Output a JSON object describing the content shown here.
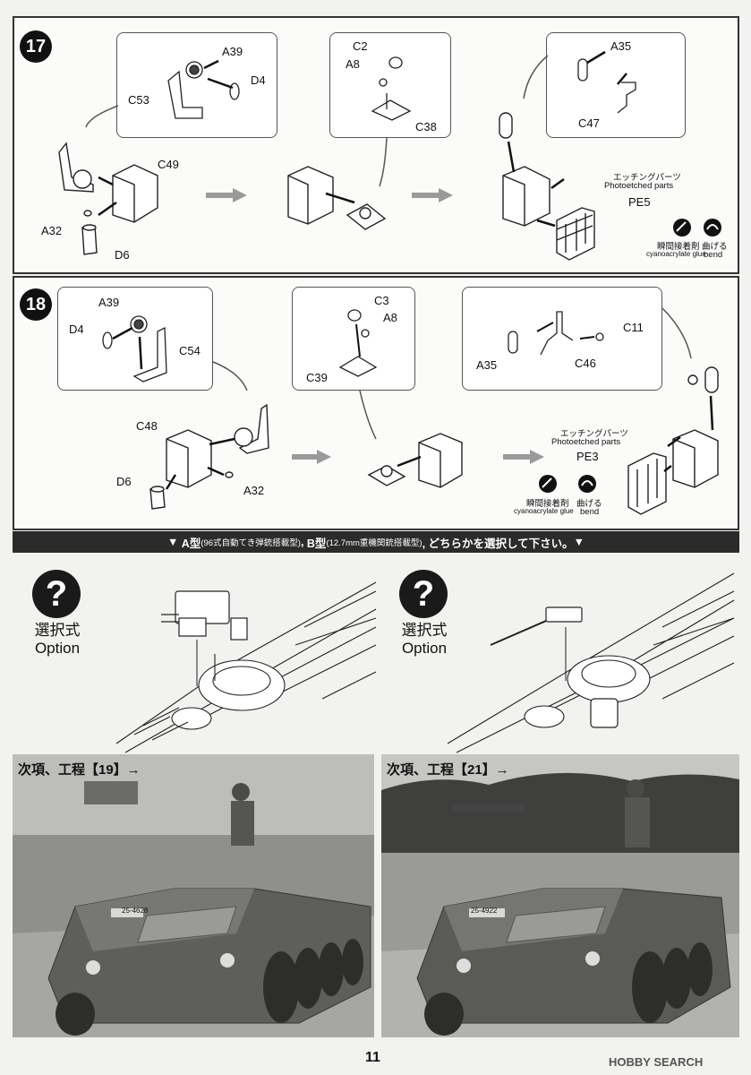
{
  "step17": {
    "number": "17",
    "parts": {
      "a39": "A39",
      "d4": "D4",
      "c53": "C53",
      "c49": "C49",
      "a32": "A32",
      "d6": "D6",
      "c2": "C2",
      "a8": "A8",
      "c38": "C38",
      "a35": "A35",
      "c47": "C47",
      "pe5": "PE5"
    },
    "etched_jp": "エッチングパーツ",
    "etched_en": "Photoetched parts",
    "glue_jp": "瞬間接着剤",
    "glue_en": "cyanoacrylate glue",
    "bend_jp": "曲げる",
    "bend_en": "bend"
  },
  "step18": {
    "number": "18",
    "parts": {
      "a39": "A39",
      "d4": "D4",
      "c54": "C54",
      "c48": "C48",
      "d6": "D6",
      "a32": "A32",
      "c3": "C3",
      "a8": "A8",
      "c39": "C39",
      "a35": "A35",
      "c46": "C46",
      "c11": "C11",
      "pe3": "PE3"
    },
    "etched_jp": "エッチングパーツ",
    "etched_en": "Photoetched parts",
    "glue_jp": "瞬間接着剤",
    "glue_en": "cyanoacrylate glue",
    "bend_jp": "曲げる",
    "bend_en": "bend"
  },
  "banner": {
    "left_arrow": "▼",
    "a_type": "A型",
    "a_note": "(96式自動てき弾銃搭載型)",
    "sep": ",",
    "b_type": "B型",
    "b_note": "(12.7mm重機関銃搭載型)",
    "rest": ", どちらかを選択して下さい。",
    "right_arrow": "▼"
  },
  "option_left": {
    "symbol": "?",
    "jp": "選択式",
    "en": "Option"
  },
  "option_right": {
    "symbol": "?",
    "jp": "選択式",
    "en": "Option"
  },
  "photo_left": {
    "caption": "次項、工程【19】→",
    "plate_front": "25-4628"
  },
  "photo_right": {
    "caption": "次項、工程【21】→",
    "plate_front": "25-4922"
  },
  "footer": {
    "page_number": "11",
    "watermark": "HOBBY SEARCH"
  }
}
